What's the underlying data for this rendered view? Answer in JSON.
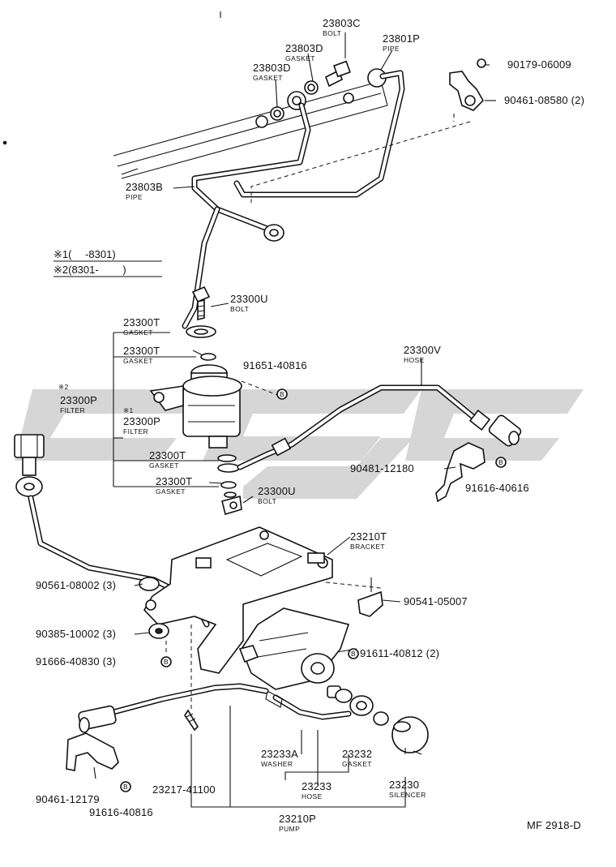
{
  "remarks": {
    "r1": "※1(　 -8301)",
    "r2": "※2(8301-　　 )",
    "star2": "※2",
    "star1": "※1"
  },
  "parts": {
    "p23803C": {
      "no": "23803C",
      "name": "BOLT"
    },
    "p23801P": {
      "no": "23801P",
      "name": "PIPE"
    },
    "p23803D_a": {
      "no": "23803D",
      "name": "GASKET"
    },
    "p23803D_b": {
      "no": "23803D",
      "name": "GASKET"
    },
    "p90179": {
      "no": "90179-06009"
    },
    "p90461_08580": {
      "no": "90461-08580 (2)"
    },
    "p23803B": {
      "no": "23803B",
      "name": "PIPE"
    },
    "p23300U_a": {
      "no": "23300U",
      "name": "BOLT"
    },
    "p23300T_a": {
      "no": "23300T",
      "name": "GASKET"
    },
    "p23300T_b": {
      "no": "23300T",
      "name": "GASKET"
    },
    "p91651": {
      "no": "91651-40816"
    },
    "p23300V": {
      "no": "23300V",
      "name": "HOSE"
    },
    "p23300P_a": {
      "no": "23300P",
      "name": "FILTER"
    },
    "p23300P_b": {
      "no": "23300P",
      "name": "FILTER"
    },
    "p23300T_c": {
      "no": "23300T",
      "name": "GASKET"
    },
    "p23300T_d": {
      "no": "23300T",
      "name": "GASKET"
    },
    "p23300U_b": {
      "no": "23300U",
      "name": "BOLT"
    },
    "p90481": {
      "no": "90481-12180"
    },
    "p91616_a": {
      "no": "91616-40616"
    },
    "p23210T": {
      "no": "23210T",
      "name": "BRACKET"
    },
    "p90561": {
      "no": "90561-08002 (3)"
    },
    "p90541": {
      "no": "90541-05007"
    },
    "p90385": {
      "no": "90385-10002 (3)"
    },
    "p91611": {
      "no": "91611-40812 (2)"
    },
    "p91666": {
      "no": "91666-40830 (3)"
    },
    "p23233A": {
      "no": "23233A",
      "name": "WASHER"
    },
    "p23232": {
      "no": "23232",
      "name": "GASKET"
    },
    "p23233": {
      "no": "23233",
      "name": "HOSE"
    },
    "p23230": {
      "no": "23230",
      "name": "SILENCER"
    },
    "p90461_12179": {
      "no": "90461-12179"
    },
    "p23217": {
      "no": "23217-41100"
    },
    "p91616_b": {
      "no": "91616-40816"
    },
    "p23210P": {
      "no": "23210P",
      "name": "PUMP"
    }
  },
  "callout_symbol": "B",
  "footer": {
    "code": "MF  2918-D"
  },
  "colors": {
    "ink": "#111111",
    "watermark": "#d6d6d6",
    "background": "#ffffff"
  }
}
